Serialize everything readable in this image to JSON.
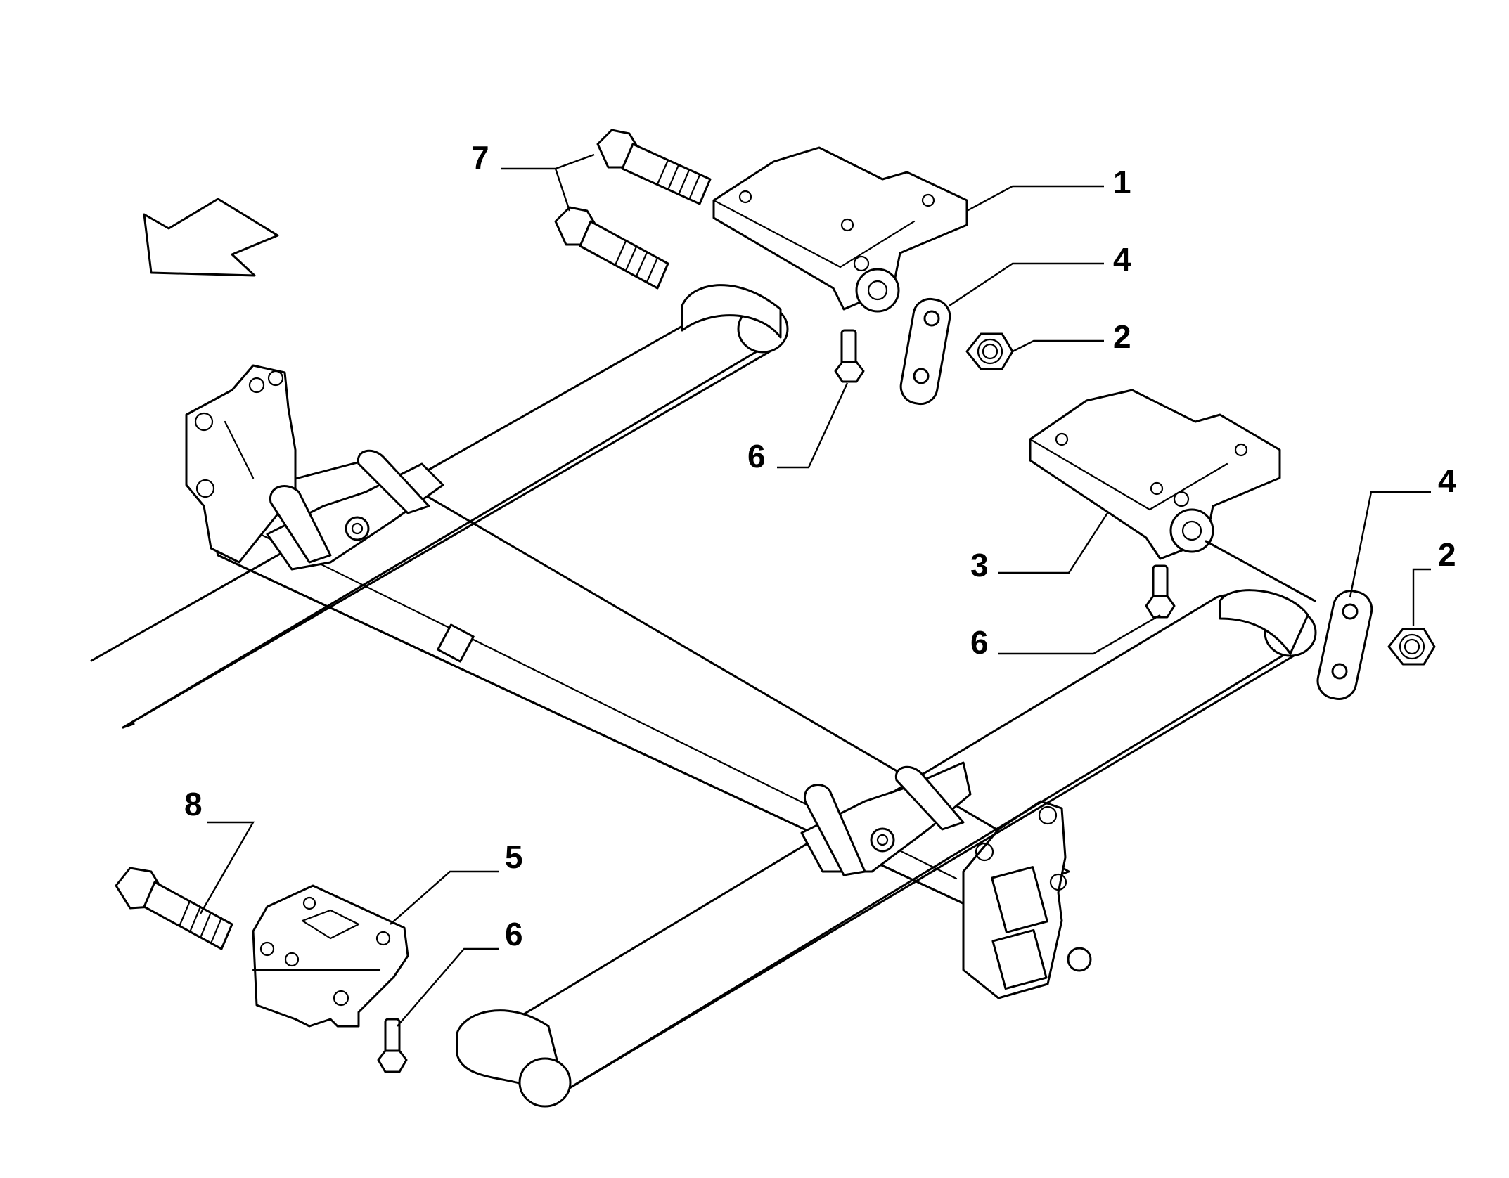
{
  "colors": {
    "stroke": "#000000",
    "background": "#ffffff"
  },
  "callouts": {
    "c7": "7",
    "c1": "1",
    "c4a": "4",
    "c2a": "2",
    "c6a": "6",
    "c3": "3",
    "c4b": "4",
    "c2b": "2",
    "c6b": "6",
    "c8": "8",
    "c5": "5",
    "c6c": "6"
  },
  "icons": [
    "direction-arrow-icon"
  ]
}
